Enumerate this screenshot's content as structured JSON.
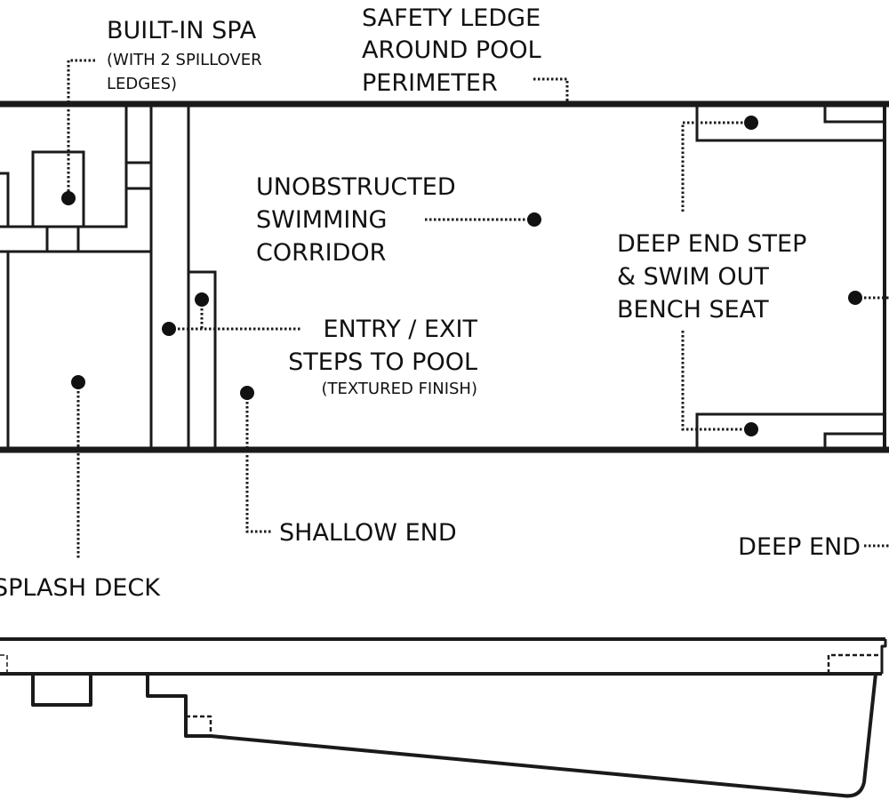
{
  "diagram": {
    "title": "Pool layout plan and side profile",
    "line_color": "#1a1a1a",
    "labels": {
      "built_in_spa": {
        "line1": "BUILT-IN SPA",
        "note1": "(WITH 2 SPILLOVER",
        "note2": "LEDGES)"
      },
      "safety_ledge": {
        "line1": "SAFETY LEDGE",
        "line2": "AROUND POOL",
        "line3": "PERIMETER"
      },
      "swimming_corridor": {
        "line1": "UNOBSTRUCTED",
        "line2": "SWIMMING",
        "line3": "CORRIDOR"
      },
      "deep_end_step": {
        "line1": "DEEP END STEP",
        "line2": "& SWIM OUT",
        "line3": "BENCH SEAT"
      },
      "entry_exit_steps": {
        "line1": "ENTRY / EXIT",
        "line2": "STEPS TO POOL",
        "note": "(TEXTURED FINISH)"
      },
      "shallow_end": {
        "line1": "SHALLOW END"
      },
      "deep_end": {
        "line1": "DEEP END"
      },
      "splash_deck": {
        "line1": "SPLASH DECK"
      }
    }
  }
}
